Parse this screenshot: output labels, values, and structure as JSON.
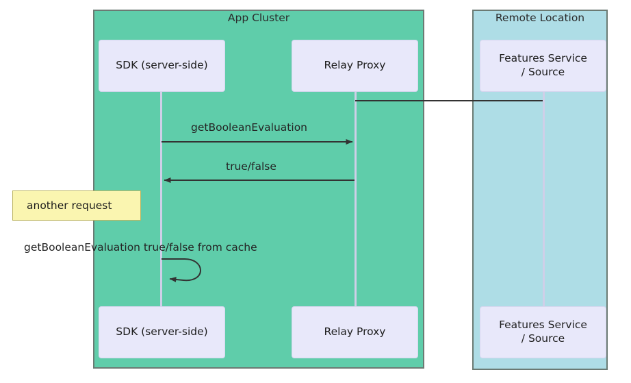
{
  "diagram": {
    "type": "sequence-diagram",
    "colors": {
      "panel_app_cluster_fill": "#5fcdaa",
      "panel_remote_fill": "#aedde6",
      "panel_border": "#6b7a73",
      "actor_fill": "#e8e8fa",
      "actor_border": "#d7d7ef",
      "lifeline": "#cfcfe8",
      "arrow": "#333333",
      "note_fill": "#faf5b0",
      "note_border": "#bcb561",
      "text": "#242424"
    },
    "panels": [
      {
        "id": "app-cluster",
        "title": "App Cluster"
      },
      {
        "id": "remote-location",
        "title": "Remote Location"
      }
    ],
    "participants": [
      {
        "id": "sdk",
        "label": "SDK (server-side)"
      },
      {
        "id": "relay",
        "label": "Relay Proxy"
      },
      {
        "id": "features",
        "label": "Features Service\n/ Source",
        "line1": "Features Service",
        "line2": "/ Source"
      }
    ],
    "messages": [
      {
        "id": "m1",
        "from": "relay",
        "to": "features",
        "label": "",
        "style": "solid-line-no-arrow"
      },
      {
        "id": "m2",
        "from": "sdk",
        "to": "relay",
        "label": "getBooleanEvaluation",
        "style": "solid-arrow"
      },
      {
        "id": "m3",
        "from": "relay",
        "to": "sdk",
        "label": "true/false",
        "style": "solid-arrow"
      },
      {
        "id": "m4",
        "from": "sdk",
        "to": "sdk",
        "label": "getBooleanEvaluation true/false from cache",
        "style": "self-loop-arrow"
      }
    ],
    "notes": [
      {
        "id": "n1",
        "over": "sdk",
        "text": "another request"
      }
    ]
  }
}
